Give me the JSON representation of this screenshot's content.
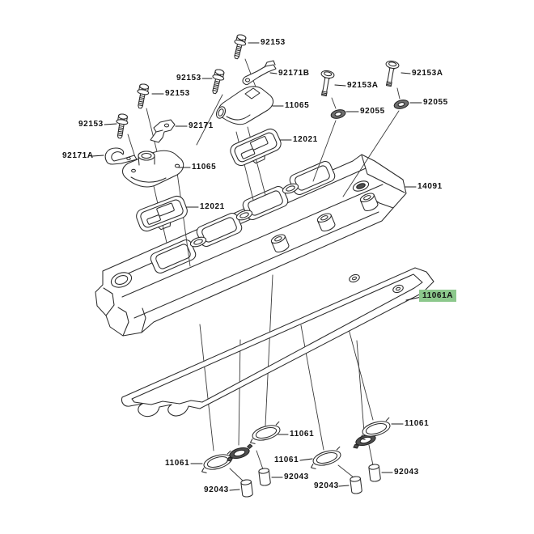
{
  "page": {
    "background": "#ffffff"
  },
  "diagram": {
    "kind": "exploded-parts-diagram",
    "subject": "engine cylinder head cover assembly",
    "line_color": "#2b2b2b",
    "text_color": "#111111",
    "highlight_color": "#8cc88c",
    "labels": [
      {
        "id": "92153-1",
        "text": "92153",
        "highlighted": false
      },
      {
        "id": "92153-2",
        "text": "92153",
        "highlighted": false
      },
      {
        "id": "92153-3",
        "text": "92153",
        "highlighted": false
      },
      {
        "id": "92153-4",
        "text": "92153",
        "highlighted": false
      },
      {
        "id": "92171B",
        "text": "92171B",
        "highlighted": false
      },
      {
        "id": "92153A-1",
        "text": "92153A",
        "highlighted": false
      },
      {
        "id": "92153A-2",
        "text": "92153A",
        "highlighted": false
      },
      {
        "id": "92055-1",
        "text": "92055",
        "highlighted": false
      },
      {
        "id": "92055-2",
        "text": "92055",
        "highlighted": false
      },
      {
        "id": "11065-1",
        "text": "11065",
        "highlighted": false
      },
      {
        "id": "12021-1",
        "text": "12021",
        "highlighted": false
      },
      {
        "id": "92171",
        "text": "92171",
        "highlighted": false
      },
      {
        "id": "92171A",
        "text": "92171A",
        "highlighted": false
      },
      {
        "id": "11065-2",
        "text": "11065",
        "highlighted": false
      },
      {
        "id": "12021-2",
        "text": "12021",
        "highlighted": false
      },
      {
        "id": "14091",
        "text": "14091",
        "highlighted": false
      },
      {
        "id": "11061A",
        "text": "11061A",
        "highlighted": true
      },
      {
        "id": "11061-1",
        "text": "11061",
        "highlighted": false
      },
      {
        "id": "11061-2",
        "text": "11061",
        "highlighted": false
      },
      {
        "id": "11061-3",
        "text": "11061",
        "highlighted": false
      },
      {
        "id": "11061-4",
        "text": "11061",
        "highlighted": false
      },
      {
        "id": "92043-1",
        "text": "92043",
        "highlighted": false
      },
      {
        "id": "92043-2",
        "text": "92043",
        "highlighted": false
      },
      {
        "id": "92043-3",
        "text": "92043",
        "highlighted": false
      },
      {
        "id": "92043-4",
        "text": "92043",
        "highlighted": false
      }
    ]
  }
}
